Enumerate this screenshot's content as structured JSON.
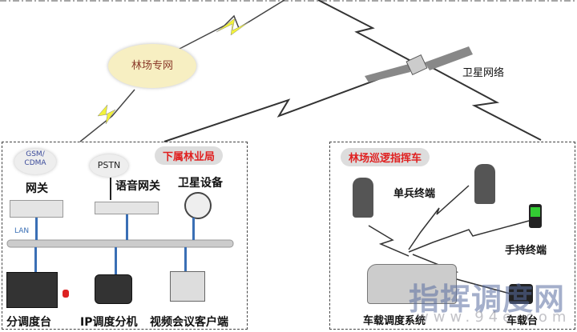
{
  "top": {
    "cloud_label": "林场专网",
    "satellite_label": "卫星网络"
  },
  "left_panel": {
    "title": "下属林业局",
    "gsm_cloud": "GSM/\nCDMA",
    "gsm_cloud_line1": "GSM/",
    "gsm_cloud_line2": "CDMA",
    "gateway_label": "网关",
    "pstn_cloud": "PSTN",
    "voice_gateway_label": "语音网关",
    "satellite_device_label": "卫星设备",
    "lan_label": "LAN",
    "devices": [
      {
        "label": "分调度台"
      },
      {
        "label": "IP调度分机"
      },
      {
        "label": "视频会议客户端"
      }
    ]
  },
  "right_panel": {
    "title": "林场巡逻指挥车",
    "soldier_terminal_label": "单兵终端",
    "handheld_label": "手持终端",
    "vehicle_system_label": "车载调度系统",
    "vehicle_radio_label": "车载台"
  },
  "watermark": {
    "main": "指挥调度网",
    "url": "www.94e.com"
  },
  "colors": {
    "panel_title": "#e02020",
    "lan_line": "#3a6fb5",
    "lightning": "#f2f23a"
  }
}
